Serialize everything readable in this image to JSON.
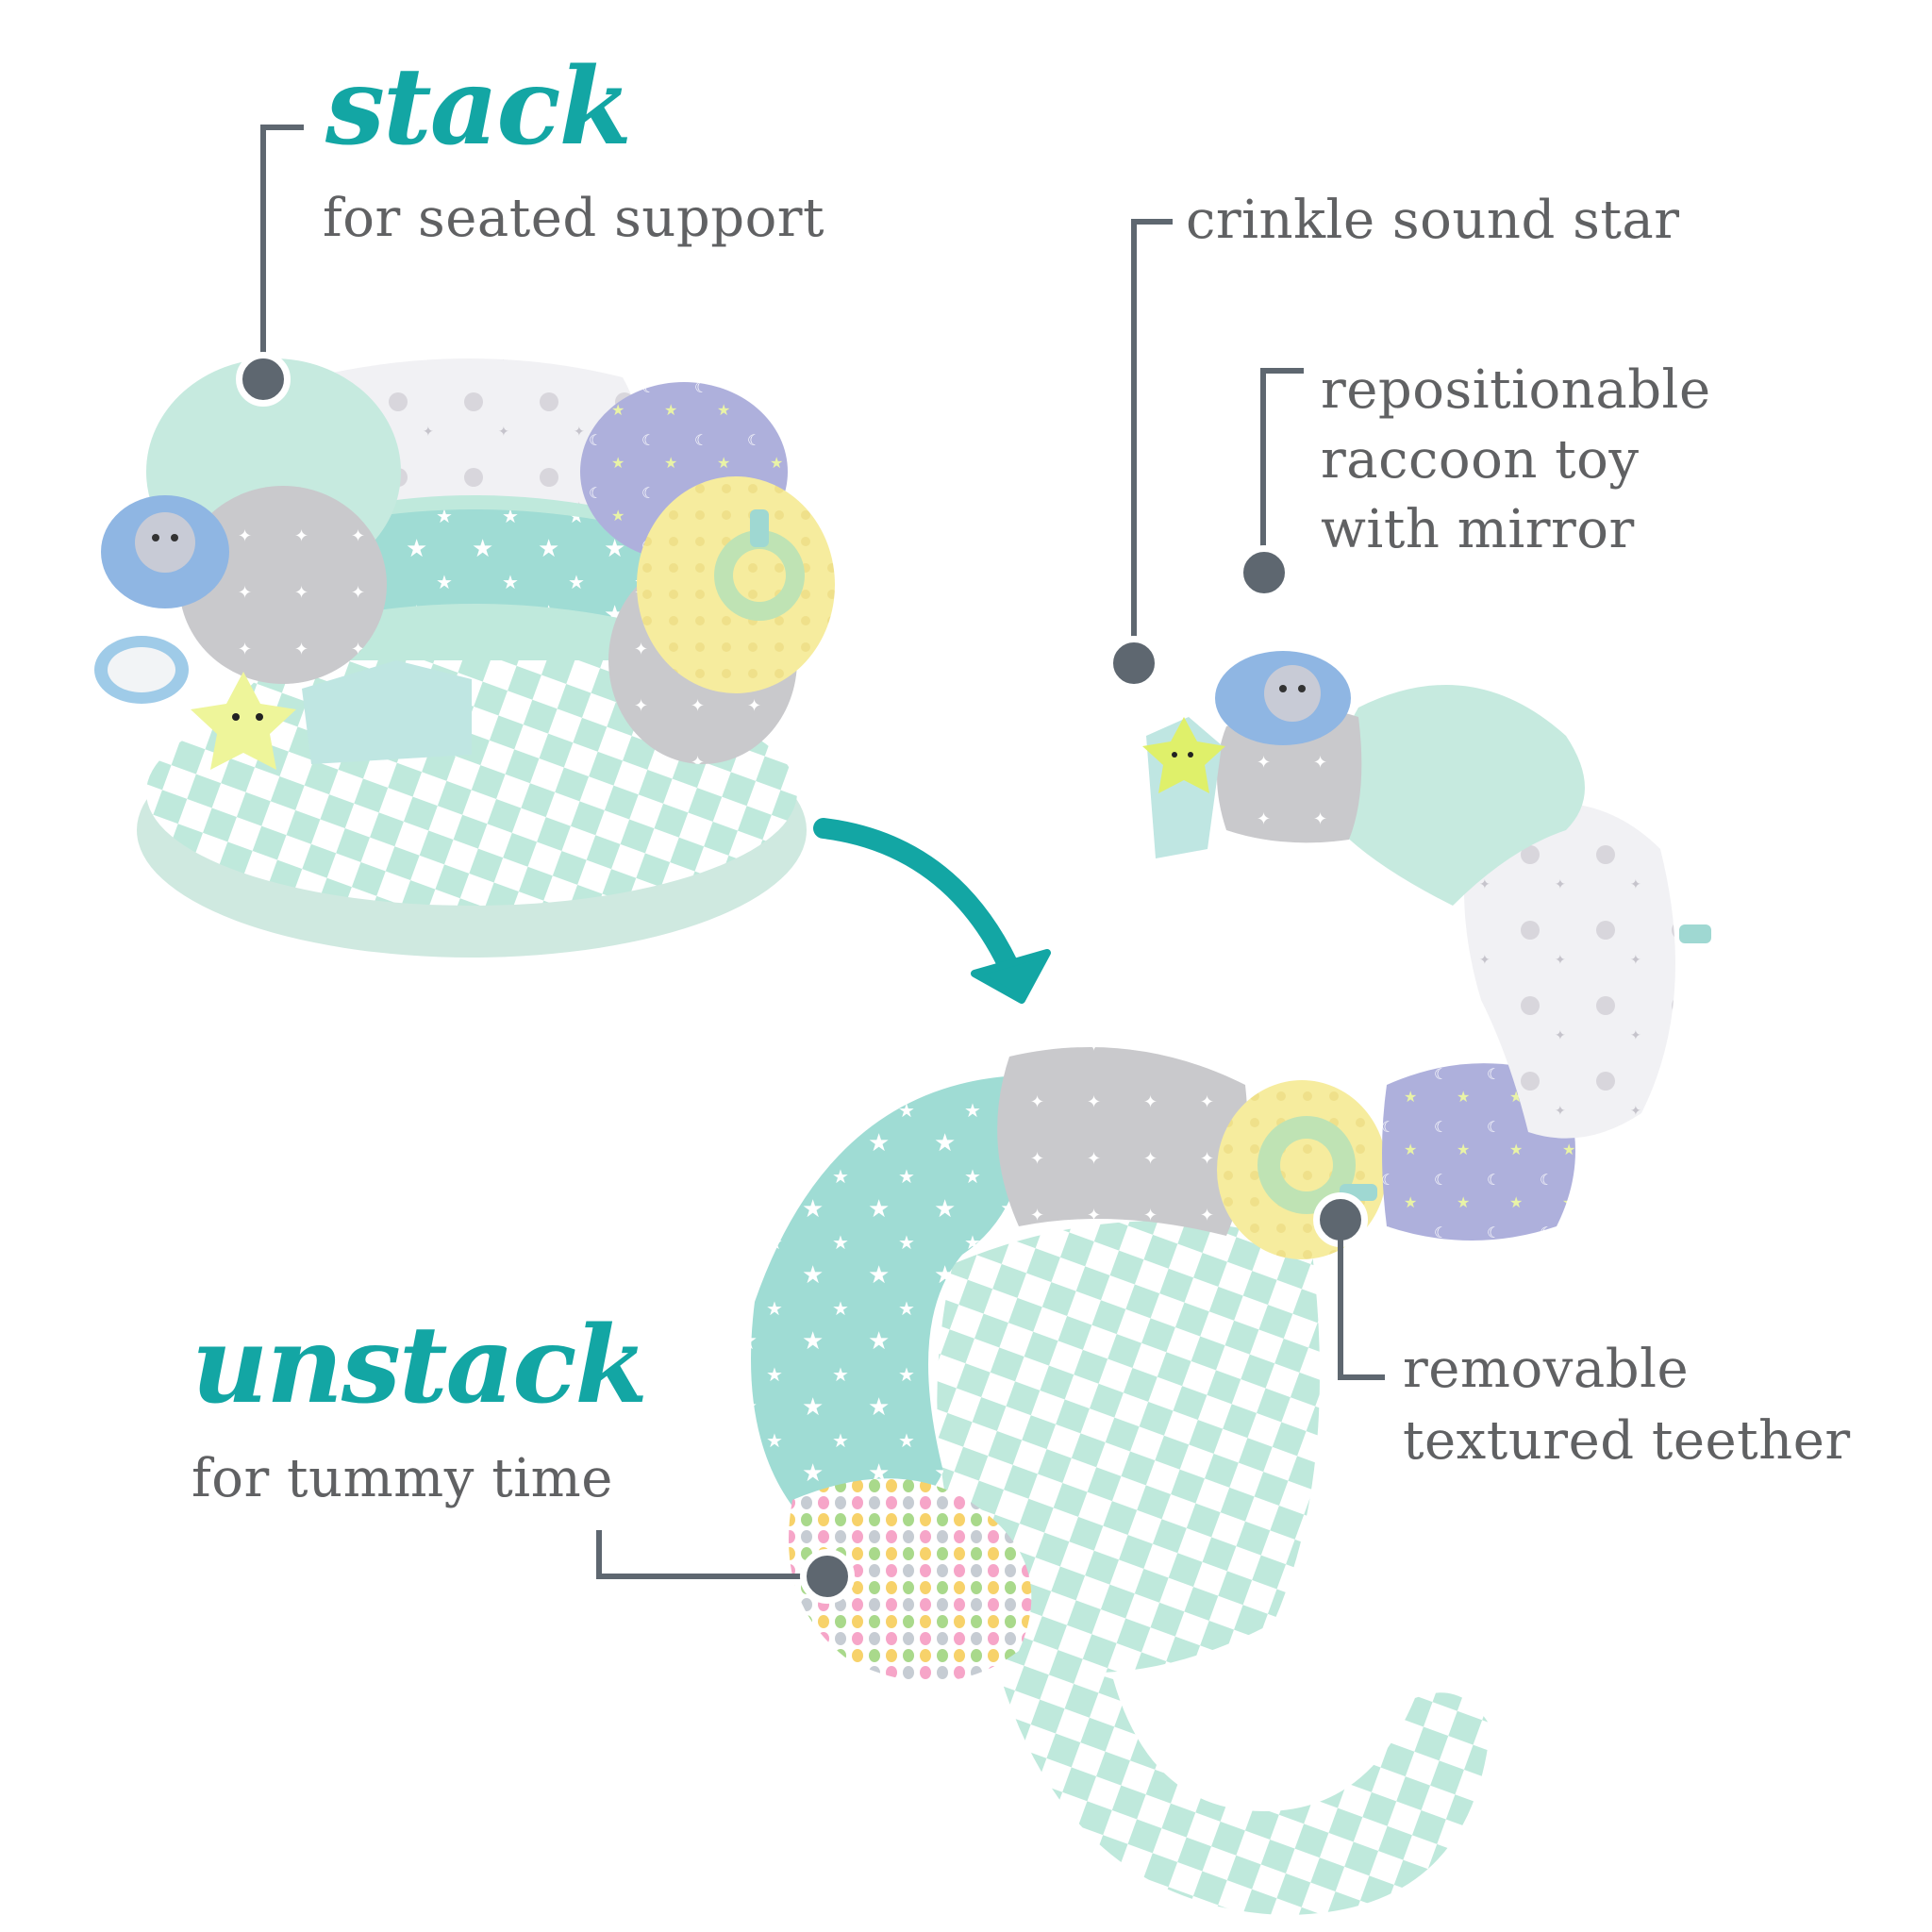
{
  "headline_stack": {
    "title": "stack",
    "subtitle": "for seated support"
  },
  "headline_unstack": {
    "title": "unstack",
    "subtitle": "for tummy time"
  },
  "callouts": [
    {
      "id": "crinkle",
      "lines": [
        "crinkle sound star"
      ]
    },
    {
      "id": "raccoon",
      "lines": [
        "repositionable",
        "raccoon toy",
        "with mirror"
      ]
    },
    {
      "id": "teether",
      "lines": [
        "removable",
        "textured teether"
      ]
    }
  ],
  "colors": {
    "accent_teal": "#13a6a4",
    "label_gray": "#606163",
    "callout_gray": "#5e6770",
    "mint": "#bfe9dc",
    "lavender": "#aeb0dc",
    "gray_fabric": "#c9c9cc",
    "yellow_minky": "#f6ec9e",
    "teether_green": "#bfe3b4",
    "background": "#ffffff"
  },
  "icons": {
    "arrow": "curved-arrow-down-right",
    "callout_marker": "dot-with-leader-line"
  }
}
